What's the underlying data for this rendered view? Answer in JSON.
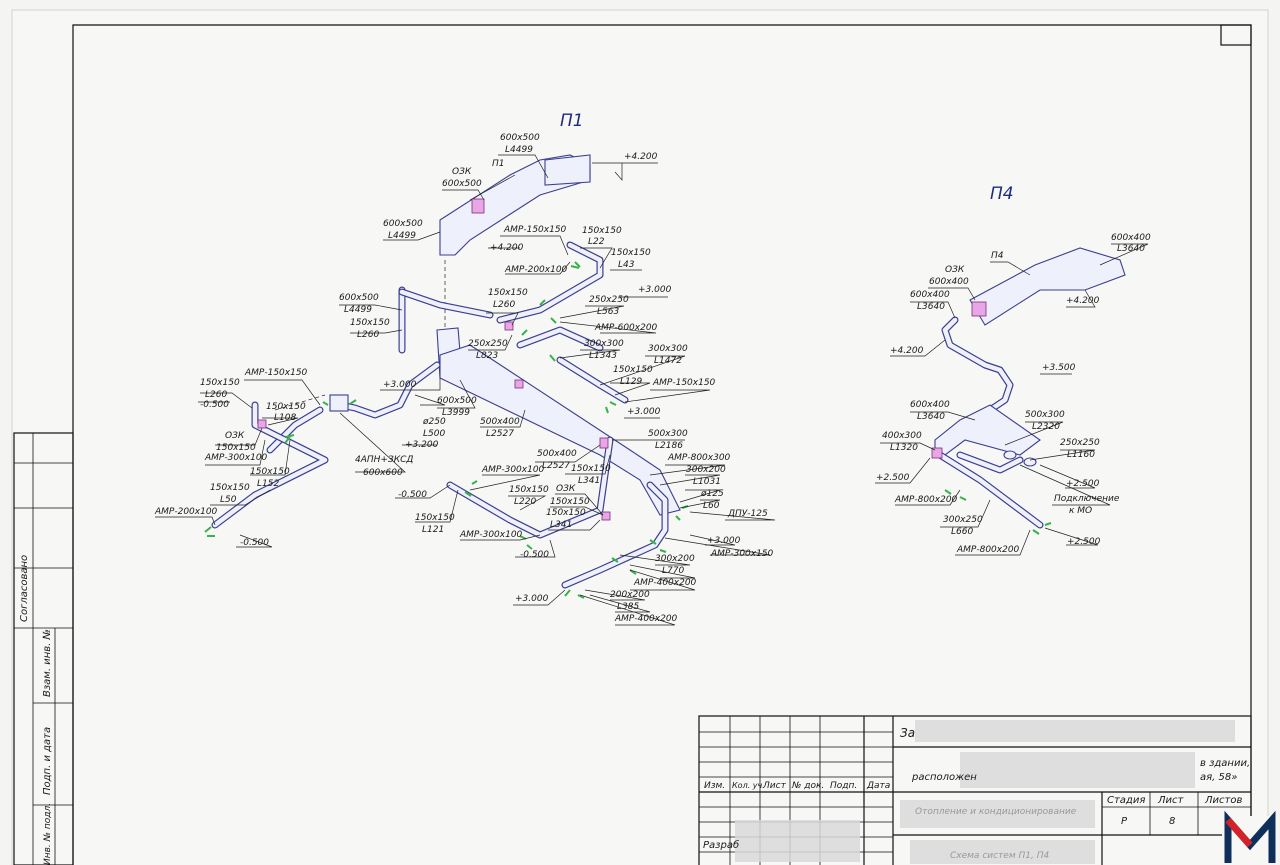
{
  "titles": {
    "p1": "П1",
    "p4": "П4"
  },
  "side_stamp": {
    "agreed": "Согласовано",
    "inv_replace": "Взам. инв. №",
    "sign_date": "Подп. и дата",
    "inv_orig": "Инв. № подл."
  },
  "stamp": {
    "headers": [
      "Изм.",
      "Кол. уч.",
      "Лист",
      "№ док.",
      "Подп.",
      "Дата"
    ],
    "developer": "Разраб",
    "stage_label": "Стадия",
    "sheet_label": "Лист",
    "sheets_label": "Листов",
    "stage_value": "Р",
    "sheet_value": "8",
    "project_line1": "За",
    "project_line2": "в здании,",
    "project_line3": "расположен",
    "project_line4": "ая, 58»",
    "section": "Отопление и кондиционирование",
    "drawing": "Схема систем П1, П4",
    "logo": "M"
  },
  "p1_labels": {
    "l1": "600х500",
    "l2": "L4499",
    "l3": "ОЗК",
    "l4": "600х500",
    "l5": "П1",
    "l6": "+4.200",
    "l7": "600х500",
    "l8": "L4499",
    "l9": "+4.200",
    "l10": "АМР-150х150",
    "l11": "150х150",
    "l12": "L22",
    "l13": "150х150",
    "l14": "L43",
    "l15": "АМР-200х100",
    "l16": "+3.000",
    "l17": "600х500",
    "l18": "L4499",
    "l19": "150х150",
    "l20": "L260",
    "l21": "150х150",
    "l22": "L260",
    "l23": "250х250",
    "l24": "L563",
    "l25": "АМР-600х200",
    "l26": "250х250",
    "l27": "L823",
    "l28": "300х300",
    "l29": "L1343",
    "l30": "300х300",
    "l31": "L1472",
    "l32": "150х150",
    "l33": "L129",
    "l34": "АМР-150х150",
    "l35": "+3.000",
    "l36": "АМР-150х150",
    "l37": "150х150",
    "l38": "L260",
    "l39": "-0.500",
    "l40": "150х150",
    "l41": "L108",
    "l42": "+3.000",
    "l43": "600х500",
    "l44": "L3999",
    "l45": "ОЗК",
    "l46": "150х150",
    "l47": "АМР-300х100",
    "l48": "ø250",
    "l49": "L500",
    "l50": "+3.200",
    "l51": "150х150",
    "l52": "L152",
    "l53": "500х400",
    "l54": "L2527",
    "l55": "500х300",
    "l56": "L2186",
    "l57": "АМР-800х300",
    "l58": "4АПН+ЗКСД",
    "l59": "600х600",
    "l60": "150х150",
    "l61": "L50",
    "l62": "АМР-200х100",
    "l63": "-0.500",
    "l64": "500х400",
    "l65": "L2527",
    "l66": "300х200",
    "l67": "L1031",
    "l68": "ø125",
    "l69": "L60",
    "l70": "ДПУ-125",
    "l71": "+3.000",
    "l72": "АМР-300х150",
    "l73": "АМР-300х100",
    "l74": "-0.500",
    "l75": "150х150",
    "l76": "L220",
    "l77": "150х150",
    "l78": "L341",
    "l79": "ОЗК",
    "l80": "150х150",
    "l81": "150х150",
    "l82": "L341",
    "l83": "150х150",
    "l84": "L121",
    "l85": "АМР-300х100",
    "l86": "-0.500",
    "l87": "300х200",
    "l88": "L770",
    "l89": "АМР-400х200",
    "l90": "200х200",
    "l91": "L385",
    "l92": "АМР-400х200",
    "l93": "+3.000"
  },
  "p4_labels": {
    "m1": "600х400",
    "m2": "L3640",
    "m3": "П4",
    "m4": "ОЗК",
    "m5": "600х400",
    "m6": "+4.200",
    "m7": "600х400",
    "m8": "L3640",
    "m9": "+4.200",
    "m10": "+3.500",
    "m11": "600х400",
    "m12": "L3640",
    "m13": "500х300",
    "m14": "L2320",
    "m15": "400х300",
    "m16": "L1320",
    "m17": "250х250",
    "m18": "L1160",
    "m19": "+2.500",
    "m20": "+2.500",
    "m21": "Подключение",
    "m22": "к МО",
    "m23": "АМР-800х200",
    "m24": "300х250",
    "m25": "L660",
    "m26": "АМР-800х200",
    "m27": "+2.500"
  }
}
